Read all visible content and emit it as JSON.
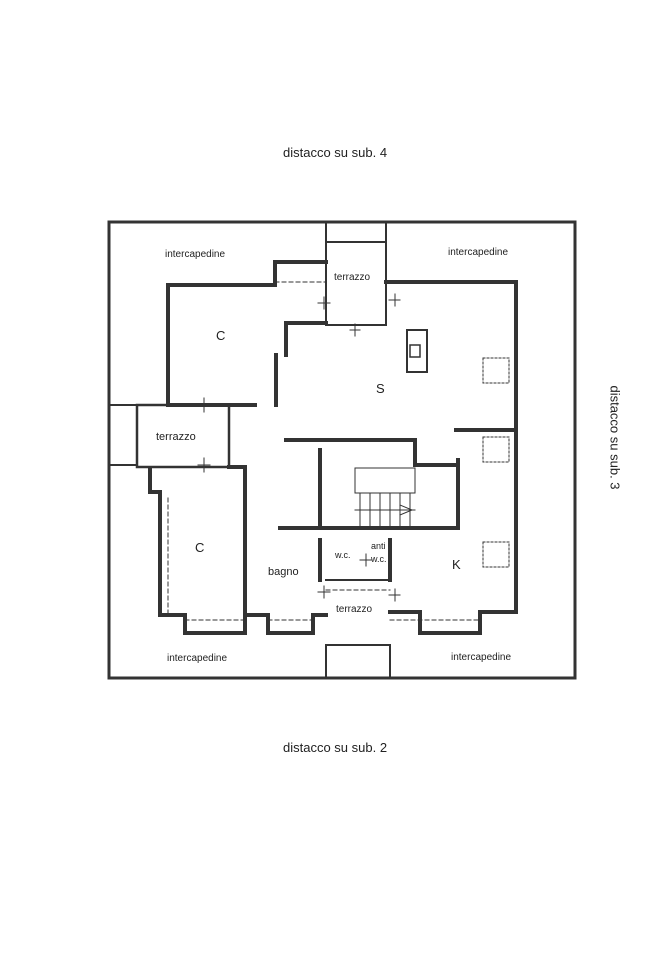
{
  "captions": {
    "top": "distacco su sub. 4",
    "bottom": "distacco su sub. 2",
    "right": "distacco su sub. 3"
  },
  "rooms": {
    "intercapedine_tl": "intercapedine",
    "intercapedine_tr": "intercapedine",
    "intercapedine_bl": "intercapedine",
    "intercapedine_br": "intercapedine",
    "terrazzo_top": "terrazzo",
    "terrazzo_left": "terrazzo",
    "terrazzo_bottom": "terrazzo",
    "c_upper": "C",
    "c_lower": "C",
    "s": "S",
    "k": "K",
    "bagno": "bagno",
    "wc": "w.c.",
    "anti": "anti",
    "anti_wc": "w.c."
  }
}
